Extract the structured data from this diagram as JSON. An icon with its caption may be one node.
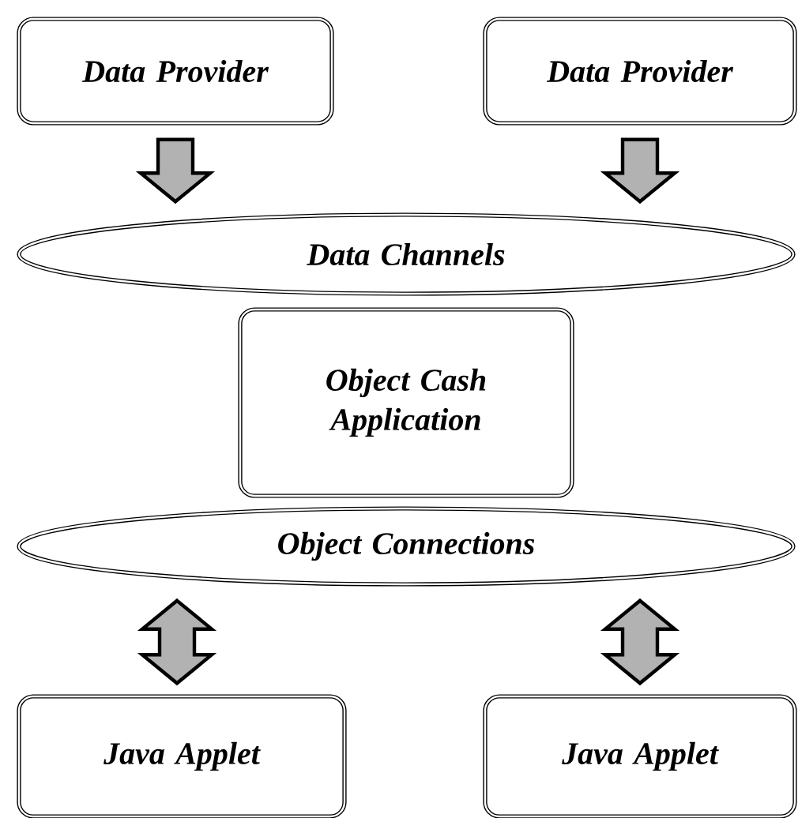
{
  "diagram": {
    "nodes": [
      {
        "text": [
          "Data Provider"
        ]
      },
      {
        "text": [
          "Data Provider"
        ]
      },
      {
        "text": [
          "Data Channels"
        ]
      },
      {
        "text": [
          "Object Cash Application"
        ]
      },
      {
        "text": [
          "Object Connections"
        ]
      },
      {
        "text": [
          "Java Applet"
        ]
      },
      {
        "text": [
          "Java Applet"
        ]
      }
    ],
    "edges": [
      {
        "from": 0,
        "to": 2,
        "arrow": "to"
      },
      {
        "from": 1,
        "to": 2,
        "arrow": "to"
      },
      {
        "from": 4,
        "to": 5,
        "arrow": "both"
      },
      {
        "from": 4,
        "to": 6,
        "arrow": "both"
      }
    ]
  }
}
